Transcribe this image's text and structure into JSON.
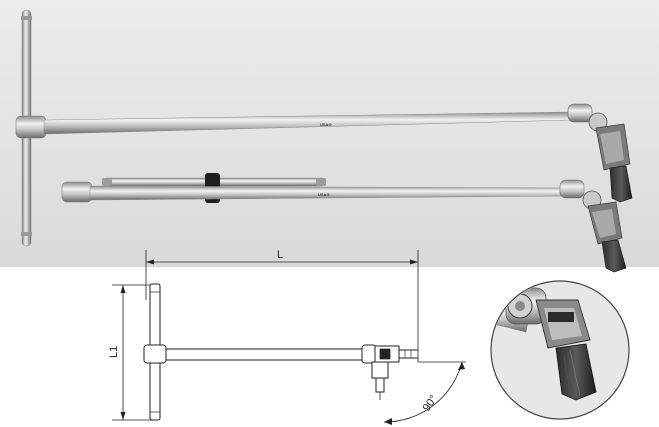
{
  "photo": {
    "brand_marking_1": "USAG",
    "brand_marking_2": "USAG"
  },
  "drawing": {
    "dim_length_label": "L",
    "dim_height_label": "L1",
    "angle_label": "90°"
  },
  "colors": {
    "steel_light": "#e9e9e9",
    "steel_mid": "#b9b9b9",
    "steel_dark": "#6e6e6e",
    "rubber_band": "#1e1e1e",
    "line": "#222222"
  }
}
